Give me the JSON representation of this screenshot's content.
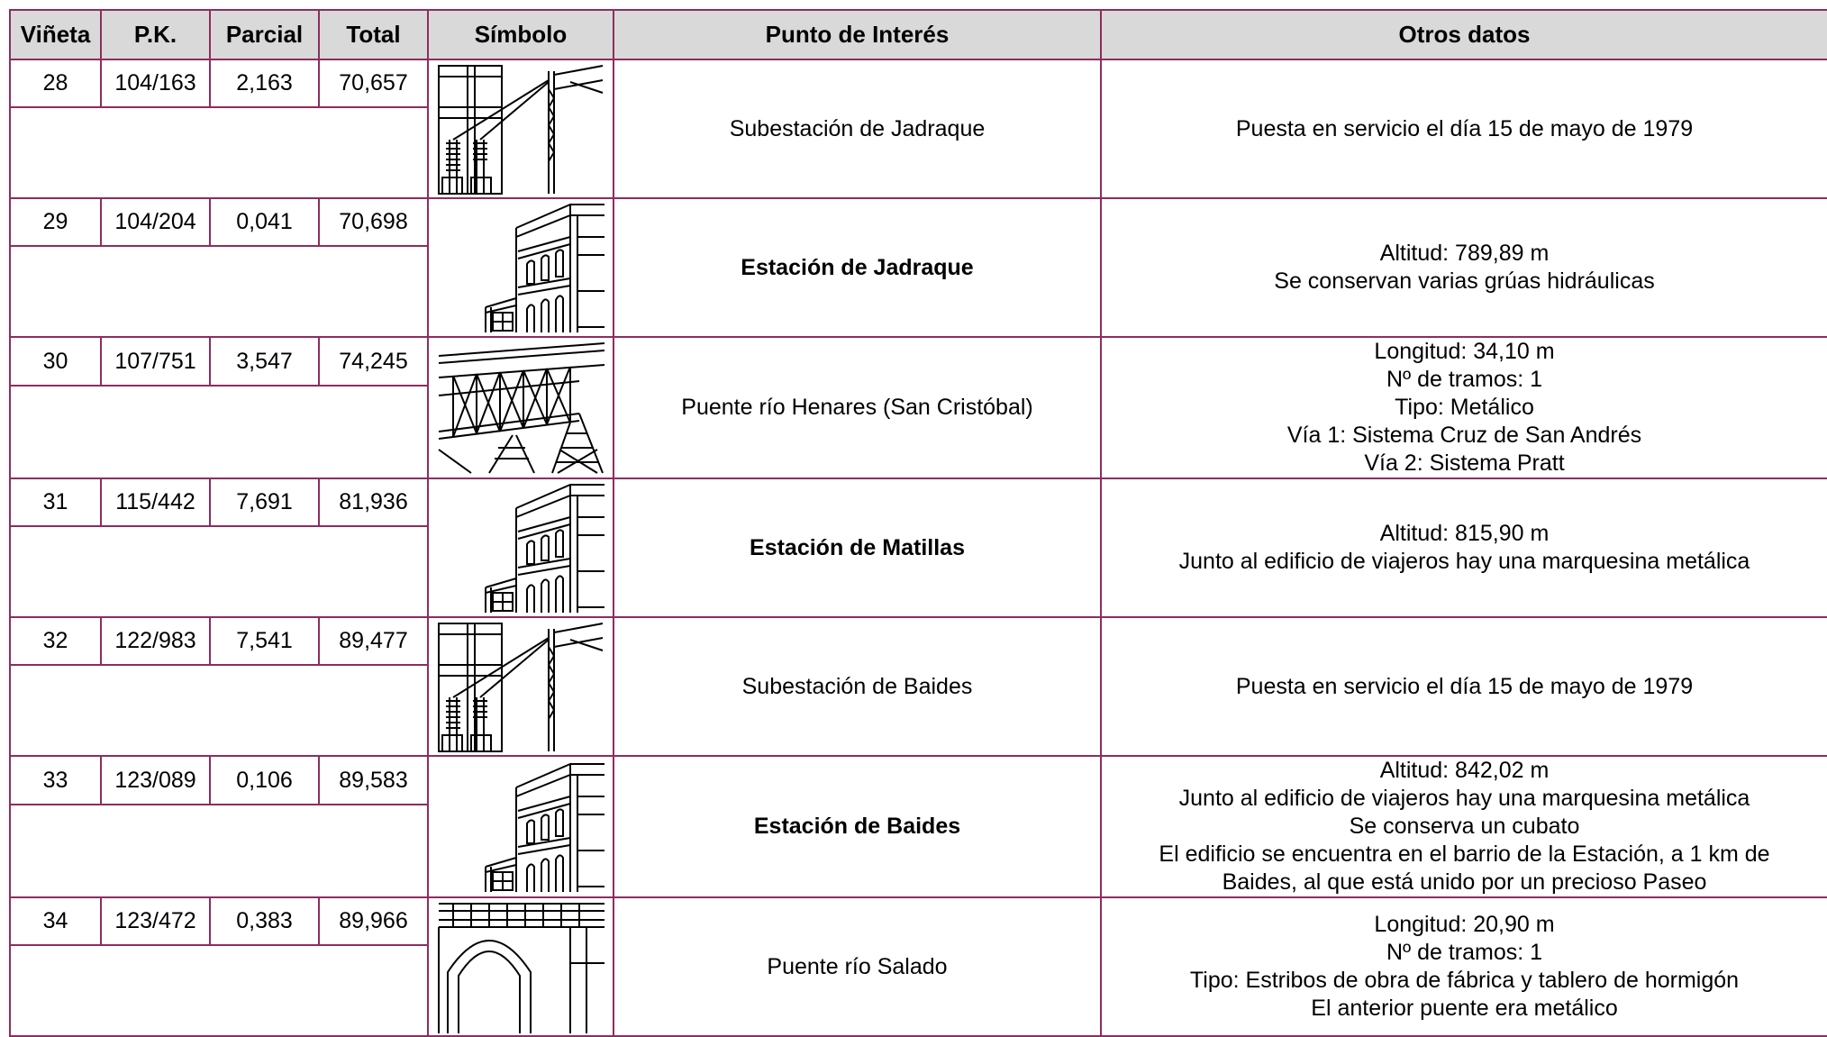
{
  "headers": {
    "vineta": "Viñeta",
    "pk": "P.K.",
    "parcial": "Parcial",
    "total": "Total",
    "simbolo": "Símbolo",
    "punto": "Punto de Interés",
    "otros": "Otros datos"
  },
  "rows": [
    {
      "vineta": "28",
      "pk": "104/163",
      "parcial": "2,163",
      "total": "70,657",
      "symbol": "substation-icon",
      "punto": "Subestación de Jadraque",
      "bold": false,
      "otros": [
        "Puesta en servicio el día 15 de mayo de 1979"
      ]
    },
    {
      "vineta": "29",
      "pk": "104/204",
      "parcial": "0,041",
      "total": "70,698",
      "symbol": "station-icon",
      "punto": "Estación de Jadraque",
      "bold": true,
      "otros": [
        "Altitud: 789,89 m",
        "Se conservan varias grúas hidráulicas"
      ]
    },
    {
      "vineta": "30",
      "pk": "107/751",
      "parcial": "3,547",
      "total": "74,245",
      "symbol": "metal-bridge-icon",
      "punto": "Puente río Henares (San Cristóbal)",
      "bold": false,
      "otros": [
        "Longitud: 34,10 m",
        "Nº de tramos: 1",
        "Tipo: Metálico",
        "Vía 1: Sistema Cruz de San Andrés",
        "Vía 2: Sistema Pratt"
      ]
    },
    {
      "vineta": "31",
      "pk": "115/442",
      "parcial": "7,691",
      "total": "81,936",
      "symbol": "station-icon",
      "punto": "Estación de Matillas",
      "bold": true,
      "otros": [
        "Altitud: 815,90 m",
        "Junto al edificio de viajeros hay una marquesina metálica"
      ]
    },
    {
      "vineta": "32",
      "pk": "122/983",
      "parcial": "7,541",
      "total": "89,477",
      "symbol": "substation-icon",
      "punto": "Subestación de Baides",
      "bold": false,
      "otros": [
        "Puesta en servicio el día 15 de mayo de 1979"
      ]
    },
    {
      "vineta": "33",
      "pk": "123/089",
      "parcial": "0,106",
      "total": "89,583",
      "symbol": "station-icon",
      "punto": "Estación de Baides",
      "bold": true,
      "otros": [
        "Altitud: 842,02 m",
        "Junto al edificio de viajeros hay una marquesina metálica",
        "Se conserva un cubato",
        "El edificio se encuentra en el barrio de la Estación, a 1 km de",
        "Baides, al que está unido por un precioso Paseo"
      ]
    },
    {
      "vineta": "34",
      "pk": "123/472",
      "parcial": "0,383",
      "total": "89,966",
      "symbol": "arch-bridge-icon",
      "punto": "Puente río Salado",
      "bold": false,
      "otros": [
        "Longitud: 20,90 m",
        "Nº de tramos: 1",
        "Tipo: Estribos de obra de fábrica y tablero de hormigón",
        "El anterior puente era metálico"
      ]
    }
  ],
  "colors": {
    "border": "#8e2c5e",
    "header_bg": "#d9d9d9"
  }
}
